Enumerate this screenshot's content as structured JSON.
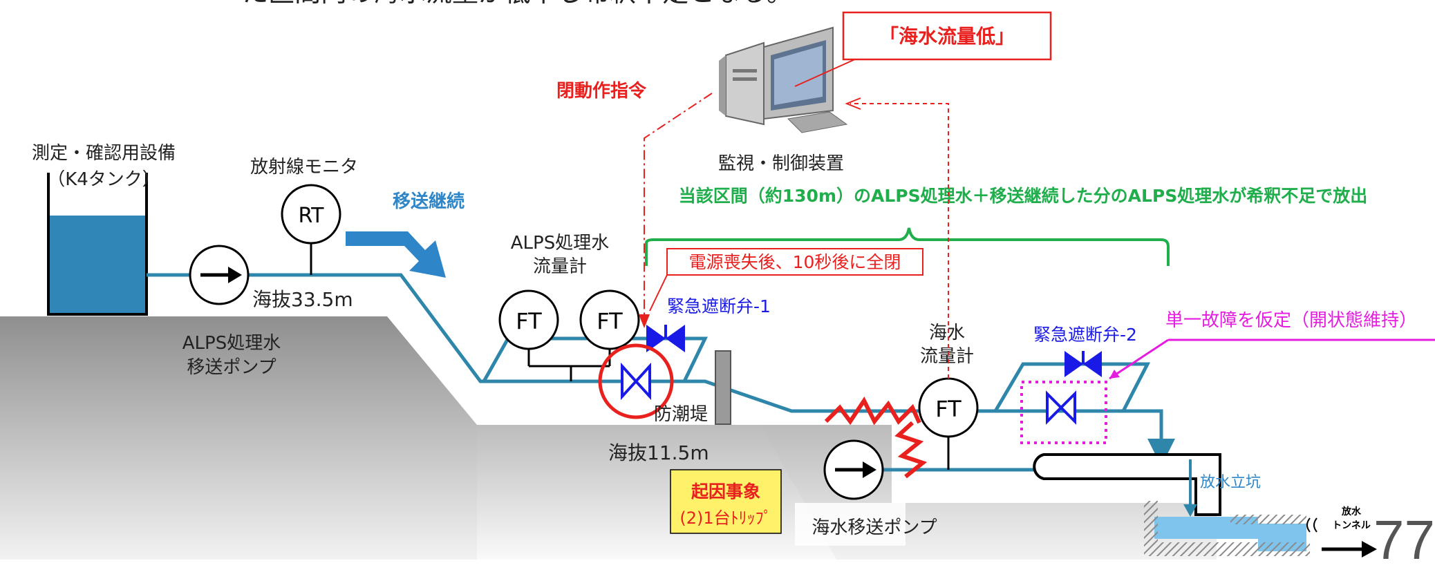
{
  "header_fragment": "た区間内の海水流量が低下し希釈不足となる。",
  "labels": {
    "tank": "測定・確認用設備",
    "tank_sub": "（K4タンク）",
    "rad_monitor": "放射線モニタ",
    "rt": "RT",
    "transfer_continue": "移送継続",
    "alps_pump_line1": "ALPS処理水",
    "alps_pump_line2": "移送ポンプ",
    "elev_high": "海抜33.5m",
    "elev_low": "海抜11.5m",
    "alps_fm_line1": "ALPS処理水",
    "alps_fm_line2": "流量計",
    "ft": "FT",
    "close_cmd": "閉動作指令",
    "monitor": "監視・制御装置",
    "alert": "「海水流量低」",
    "section_note": "当該区間（約130m）のALPS処理水＋移送継続した分のALPS処理水が希釈不足で放出",
    "power_loss": "電源喪失後、10秒後に全閉",
    "valve1": "緊急遮断弁-1",
    "valve2": "緊急遮断弁-2",
    "single_failure": "単一故障を仮定（開状態維持）",
    "sw_fm_line1": "海水",
    "sw_fm_line2": "流量計",
    "seawall": "防潮堤",
    "event_line1": "起因事象",
    "event_line2": "(2)1台ﾄﾘｯﾌﾟ",
    "sw_pump": "海水移送ポンプ",
    "shaft": "放水立坑",
    "tunnel_line1": "放水",
    "tunnel_line2": "トンネル",
    "page": "77"
  },
  "colors": {
    "pipe": "#2E86AB",
    "red": "#E8201E",
    "green": "#1FAE4B",
    "blue": "#1A1AE6",
    "magenta": "#E51BE0",
    "tank_water": "#2F86B7",
    "event_bg": "#FFF26A"
  }
}
